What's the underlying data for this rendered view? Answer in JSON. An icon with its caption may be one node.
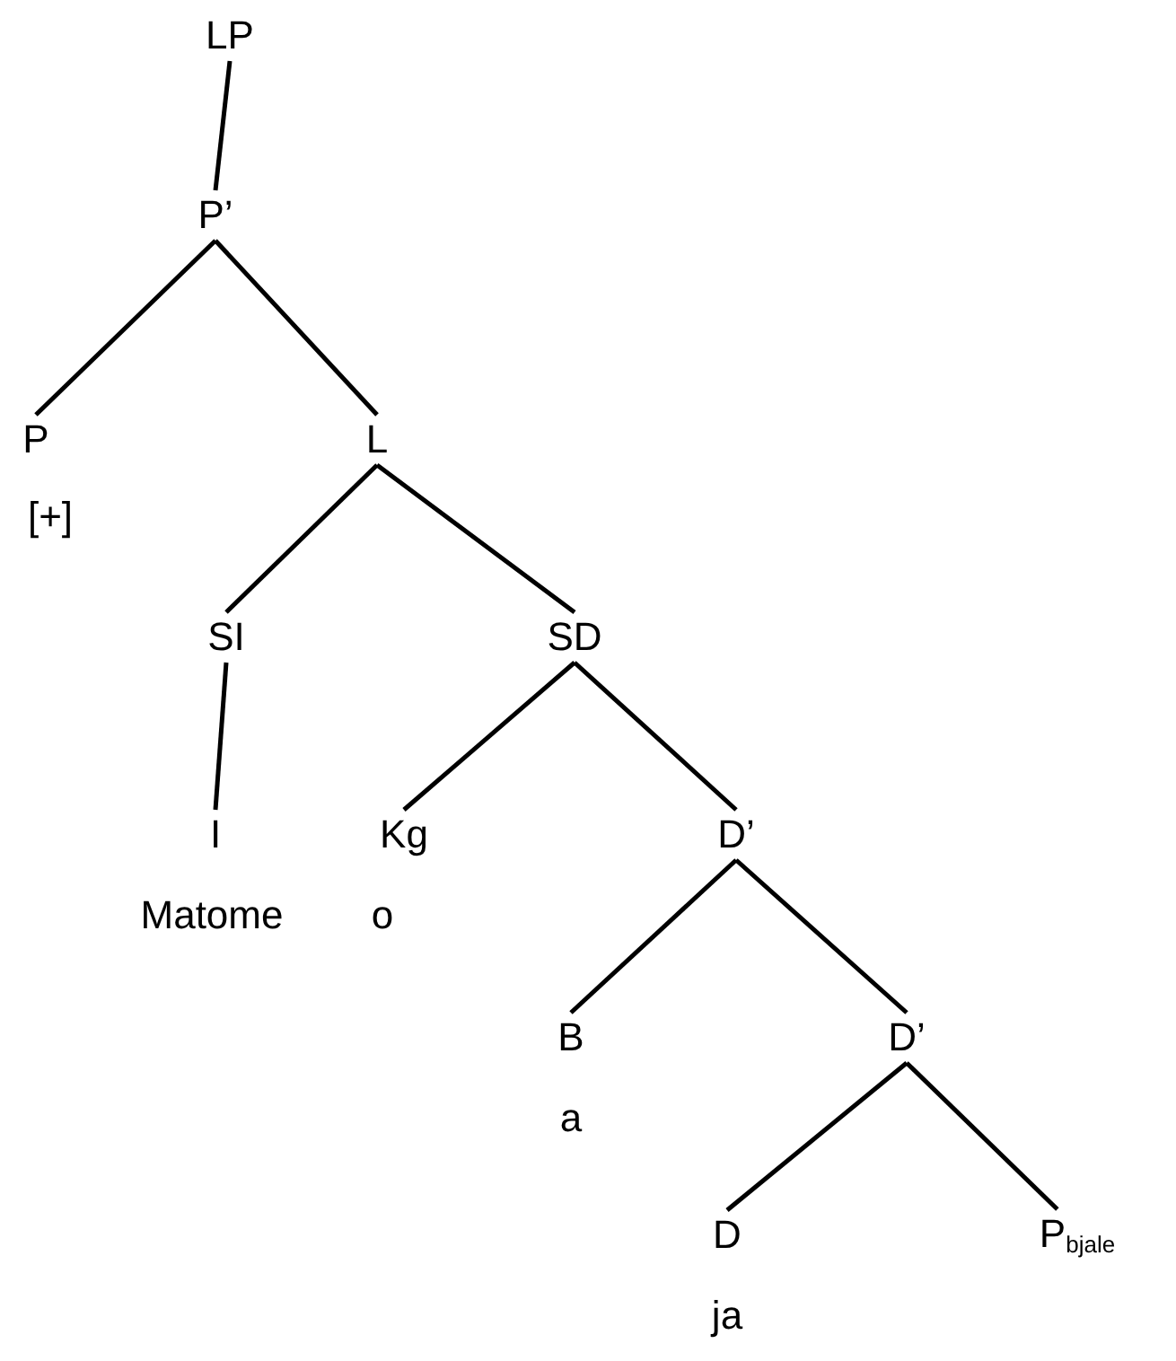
{
  "diagram": {
    "nodes": [
      {
        "text": [
          "LP"
        ]
      },
      {
        "text": [
          "P’"
        ]
      },
      {
        "text": [
          "P"
        ],
        "beside": [
          "[+]"
        ]
      },
      {
        "text": [
          "L"
        ]
      },
      {
        "text": [
          "SI"
        ]
      },
      {
        "text": [
          "SD"
        ]
      },
      {
        "text": [
          "I"
        ],
        "beside": [
          "Matome"
        ]
      },
      {
        "text": [
          "Kg"
        ],
        "beside": [
          "o"
        ]
      },
      {
        "text": [
          "D’"
        ]
      },
      {
        "text": [
          "B"
        ],
        "beside": [
          "a"
        ]
      },
      {
        "text": [
          "D’"
        ]
      },
      {
        "text": [
          "D"
        ],
        "beside": [
          "ja"
        ]
      },
      {
        "text": [
          "P$_{bjale}$"
        ]
      }
    ],
    "edges": [
      {
        "from": 0,
        "to": 1,
        "arrow": "none"
      },
      {
        "from": 1,
        "to": 2,
        "arrow": "none"
      },
      {
        "from": 1,
        "to": 3,
        "arrow": "none"
      },
      {
        "from": 3,
        "to": 4,
        "arrow": "none"
      },
      {
        "from": 3,
        "to": 5,
        "arrow": "none"
      },
      {
        "from": 4,
        "to": 6,
        "arrow": "none"
      },
      {
        "from": 5,
        "to": 7,
        "arrow": "none"
      },
      {
        "from": 5,
        "to": 8,
        "arrow": "none"
      },
      {
        "from": 8,
        "to": 9,
        "arrow": "none"
      },
      {
        "from": 8,
        "to": 10,
        "arrow": "none"
      },
      {
        "from": 10,
        "to": 11,
        "arrow": "none"
      },
      {
        "from": 10,
        "to": 12,
        "arrow": "none"
      }
    ]
  }
}
